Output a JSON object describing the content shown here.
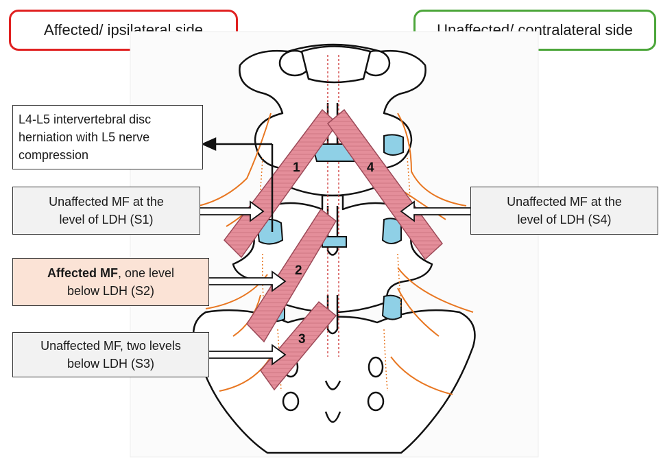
{
  "side_labels": {
    "affected": "Affected/ ipsilateral side",
    "unaffected": "Unaffected/ contralateral side"
  },
  "callouts": {
    "herniation": {
      "line1": "L4-L5 intervertebral disc",
      "line2": "herniation with L5 nerve",
      "line3": "compression"
    },
    "s1": {
      "line1": "Unaffected MF at the",
      "line2": "level of LDH (S1)"
    },
    "s4": {
      "line1": "Unaffected MF at the",
      "line2": "level of LDH (S4)"
    },
    "s2": {
      "bold": "Affected MF",
      "rest": ", one level",
      "line2": "below LDH (S2)"
    },
    "s3": {
      "line1": "Unaffected MF, two levels",
      "line2": "below LDH (S3)"
    }
  },
  "muscle_numbers": {
    "m1": "1",
    "m2": "2",
    "m3": "3",
    "m4": "4"
  },
  "colors": {
    "affected_border": "#e02020",
    "unaffected_border": "#4ca63a",
    "muscle_fill": "#e48e9a",
    "muscle_stroke": "#9c4a58",
    "disc_fill": "#8fd0e6",
    "nerve": "#e87722",
    "callout_gray": "#f2f2f2",
    "callout_peach": "#fbe3d6"
  }
}
